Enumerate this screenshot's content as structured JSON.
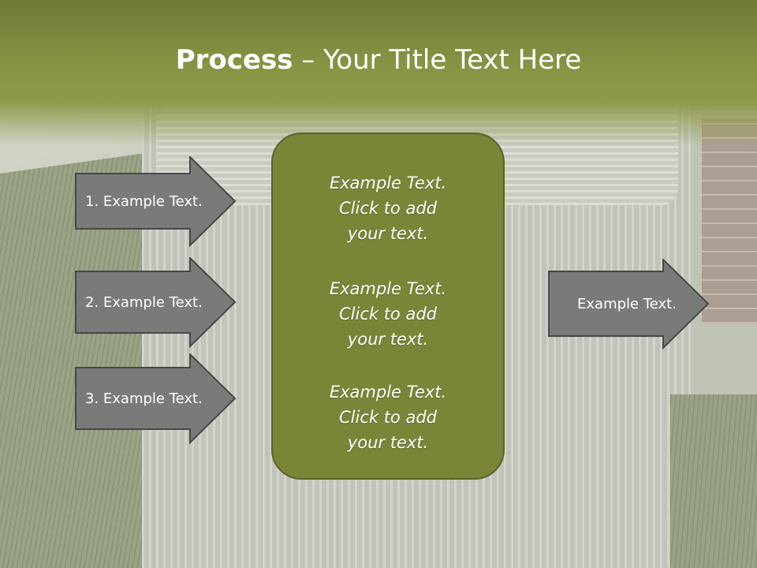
{
  "slide": {
    "title_bold": "Process",
    "title_rest": " – Your Title Text Here"
  },
  "left_arrows": [
    {
      "label": "1. Example Text."
    },
    {
      "label": "2. Example Text."
    },
    {
      "label": "3. Example Text."
    }
  ],
  "center_box": {
    "blocks": [
      {
        "line1": "Example Text.",
        "line2": "Click  to add",
        "line3": "your text."
      },
      {
        "line1": "Example Text.",
        "line2": "Click  to add",
        "line3": "your text."
      },
      {
        "line1": "Example Text.",
        "line2": "Click  to add",
        "line3": "your text."
      }
    ]
  },
  "right_arrow": {
    "label": "Example Text."
  },
  "colors": {
    "header": "#879443",
    "center_box": "#7a8538",
    "arrow_fill": "#7a7a7a",
    "arrow_border": "#4a4a4a"
  }
}
